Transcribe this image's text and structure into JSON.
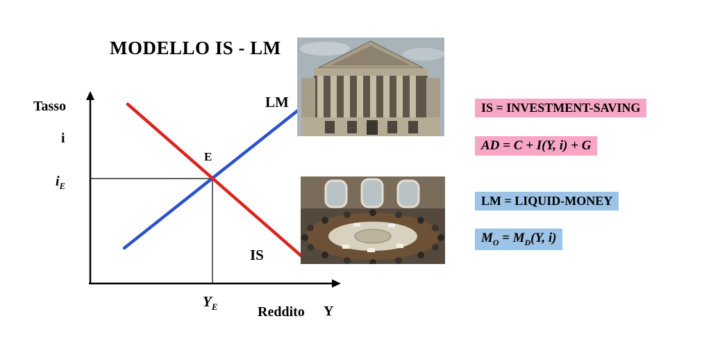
{
  "title": "MODELLO IS - LM",
  "graph": {
    "y_axis_title": "Tasso",
    "y_axis_symbol": "i",
    "equilibrium_rate": {
      "base": "i",
      "sub": "E"
    },
    "equilibrium_point": "E",
    "lm_curve_label": "LM",
    "is_curve_label": "IS",
    "equilibrium_income": {
      "base": "Y",
      "sub": "E"
    },
    "x_axis_title": "Reddito",
    "x_axis_symbol": "Y"
  },
  "legend": {
    "is_definition": "IS = INVESTMENT-SAVING",
    "is_formula": "AD = C + I(Y, i) + G",
    "lm_definition": "LM = LIQUID-MONEY",
    "lm_formula": {
      "m1": "M",
      "s1": "O",
      "eq": " = ",
      "m2": "M",
      "s2": "D",
      "args": "(Y, i)"
    }
  },
  "colors": {
    "is_line": "#d9261c",
    "lm_line": "#2a52cc",
    "is_highlight": "#f7a6c6",
    "lm_highlight": "#9dc3e6"
  },
  "chart_data": {
    "type": "line",
    "title": "MODELLO IS - LM",
    "xlabel": "Reddito Y",
    "ylabel": "Tasso i",
    "series": [
      {
        "name": "IS",
        "color": "#d9261c",
        "points": [
          [
            184,
            150
          ],
          [
            437,
            371
          ]
        ]
      },
      {
        "name": "LM",
        "color": "#2a52cc",
        "points": [
          [
            179,
            357
          ],
          [
            429,
            159
          ]
        ]
      }
    ],
    "equilibrium": {
      "x": 306,
      "y": 257,
      "x_label": "Y_E",
      "y_label": "i_E",
      "point_label": "E"
    },
    "axes": {
      "origin": [
        130,
        408
      ],
      "y_top": 140,
      "x_right": 482
    }
  }
}
